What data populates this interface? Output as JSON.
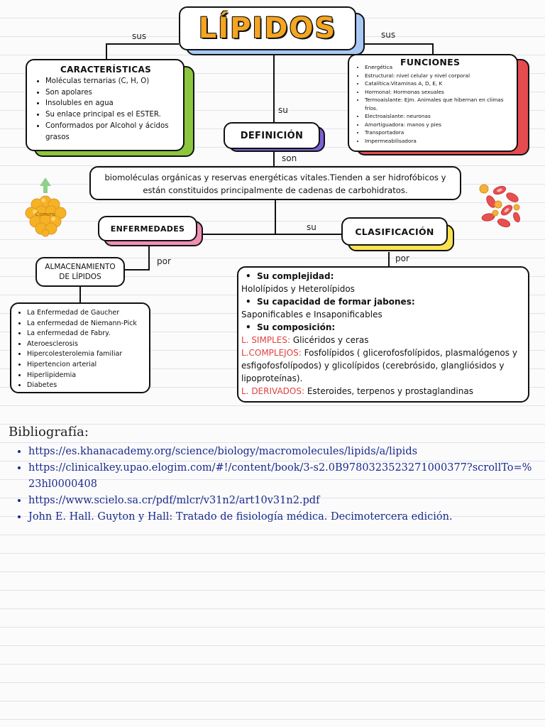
{
  "title": "LÍPIDOS",
  "connectors": {
    "sus_left": "sus",
    "sus_right": "sus",
    "su_definicion": "su",
    "son": "son",
    "su_clasificacion": "su",
    "por_left": "por",
    "por_right": "por"
  },
  "caracteristicas": {
    "heading": "CARACTERÍSTICAS",
    "items": [
      "Moléculas ternarias (C, H, O)",
      "Son apolares",
      "Insolubles en agua",
      "Su enlace principal es el ESTER.",
      "Conformados por Alcohol y ácidos grasos"
    ]
  },
  "funciones": {
    "heading": "FUNCIONES",
    "items": [
      "Energética",
      "Estructural: nivel celular y nivel corporal",
      "Catalítica:Vitaminas A, D, E, K",
      "Hormonal: Hormonas sexuales",
      "Termoaislante: Ejm. Animales que hibernan en climas fríos.",
      "Electroaislante: neuronas",
      "Amortiguadora: manos y pies",
      "Transportadora",
      "Impermeabilisadora"
    ]
  },
  "definicion": {
    "heading": "DEFINICIÓN",
    "text": "biomoléculas orgánicas y reservas energéticas vitales.Tienden a ser hidrofóbicos y están constituidos principalmente de cadenas de carbohidratos."
  },
  "enfermedades": {
    "heading": "ENFERMEDADES",
    "almacenamiento": "ALMACENAMIENTO DE LÍPIDOS",
    "items": [
      "La Enfermedad de Gaucher",
      "La enfermedad de Niemann-Pick",
      "La enfermedad de Fabry.",
      "Ateroesclerosis",
      "Hipercolesterolemia familiar",
      "Hipertencion arterial",
      "Hiperlipidemia",
      "Diabetes"
    ]
  },
  "clasificacion": {
    "heading": "CLASIFICACIÓN",
    "complejidad_label": "Su complejidad:",
    "complejidad_text": "Hololípidos y Heterolípidos",
    "jabones_label": "Su capacidad de formar jabones:",
    "jabones_text": "Saponificables e Insaponificables",
    "composicion_label": "Su composición:",
    "simples_label": "L. SIMPLES:",
    "simples_text": " Glicéridos y ceras",
    "complejos_label": "L.COMPLEJOS:",
    "complejos_text": " Fosfolípidos ( glicerofosfolípidos, plasmalógenos y esfigofosfolípodos) y glicolípidos (cerebrósido, glangliósidos y lipoproteínas).",
    "derivados_label": "L. DERIVADOS:",
    "derivados_text": " Esteroides, terpenos y prostaglandinas"
  },
  "decor": {
    "fat_cell_label": "Comora"
  },
  "bibliografia": {
    "heading": "Bibliografía:",
    "items": [
      "https://es.khanacademy.org/science/biology/macromolecules/lipids/a/lipids",
      "https://clinicalkey.upao.elogim.com/#!/content/book/3-s2.0B9780323523271000377?scrollTo=%23hl0000408",
      "https://www.scielo.sa.cr/pdf/mlcr/v31n2/art10v31n2.pdf",
      "John E. Hall. Guyton y Hall: Tratado de fisiología médica. Decimotercera edición."
    ]
  },
  "colors": {
    "title_fill": "#f5a520",
    "green_shadow": "#8cc63f",
    "red_shadow": "#e54b4f",
    "purple_shadow": "#7b61d6",
    "pink_shadow": "#f28db4",
    "yellow_shadow": "#fde24f",
    "blue_shadow": "#a9c8f5",
    "red_label": "#e04040",
    "biblio_link": "#1a2a8a"
  }
}
